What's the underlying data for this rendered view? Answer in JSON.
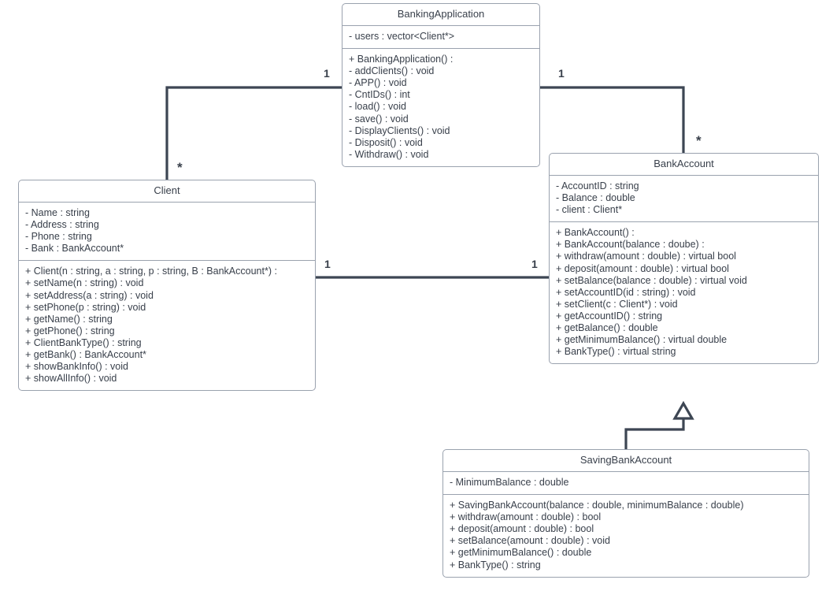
{
  "diagram": {
    "title": "Banking Application UML Class Diagram",
    "type": "uml-class-diagram",
    "colors": {
      "background": "#ffffff",
      "box_border": "#9aa2ae",
      "connector": "#3d4653",
      "text": "#39404b"
    }
  },
  "classes": {
    "banking_application": {
      "name": "BankingApplication",
      "attributes": [
        "- users : vector<Client*>"
      ],
      "methods": [
        "+ BankingApplication() :",
        "- addClients() : void",
        "- APP() : void",
        "- CntIDs() : int",
        "- load() : void",
        "- save() : void",
        "- DisplayClients() : void",
        "- Disposit() : void",
        "- Withdraw() : void"
      ]
    },
    "client": {
      "name": "Client",
      "attributes": [
        "- Name : string",
        "- Address : string",
        "- Phone : string",
        "- Bank : BankAccount*"
      ],
      "methods": [
        "+ Client(n : string, a : string, p : string, B : BankAccount*) :",
        "+ setName(n : string) : void",
        "+ setAddress(a : string) : void",
        "+ setPhone(p : string) : void",
        "+ getName() : string",
        "+ getPhone() : string",
        "+ ClientBankType() : string",
        "+ getBank() : BankAccount*",
        "+ showBankInfo() : void",
        "+ showAllInfo() : void"
      ]
    },
    "bank_account": {
      "name": "BankAccount",
      "attributes": [
        "- AccountID : string",
        "- Balance : double",
        "- client : Client*"
      ],
      "methods": [
        "+ BankAccount() :",
        "+ BankAccount(balance : doube) :",
        "+ withdraw(amount : double) : virtual bool",
        "+ deposit(amount : double) : virtual bool",
        "+ setBalance(balance : double) : virtual void",
        "+ setAccountID(id : string) : void",
        "+ setClient(c : Client*) : void",
        "+ getAccountID() : string",
        "+ getBalance() : double",
        "+ getMinimumBalance() : virtual double",
        "+ BankType() : virtual string"
      ]
    },
    "saving_bank_account": {
      "name": "SavingBankAccount",
      "attributes": [
        "- MinimumBalance : double"
      ],
      "methods": [
        "+ SavingBankAccount(balance : double, minimumBalance : double)",
        "+ withdraw(amount : double) : bool",
        "+ deposit(amount : double) : bool",
        "+ setBalance(amount : double) : void",
        "+ getMinimumBalance() : double",
        "+ BankType() : string"
      ]
    }
  },
  "relationships": {
    "app_to_client": {
      "kind": "association",
      "source_multiplicity": "1",
      "target_multiplicity": "*"
    },
    "app_to_bankaccount": {
      "kind": "association",
      "source_multiplicity": "1",
      "target_multiplicity": "*"
    },
    "client_to_bankaccount": {
      "kind": "association",
      "source_multiplicity": "1",
      "target_multiplicity": "1"
    },
    "saving_inherits_bankaccount": {
      "kind": "generalization",
      "source_multiplicity": "",
      "target_multiplicity": ""
    }
  }
}
